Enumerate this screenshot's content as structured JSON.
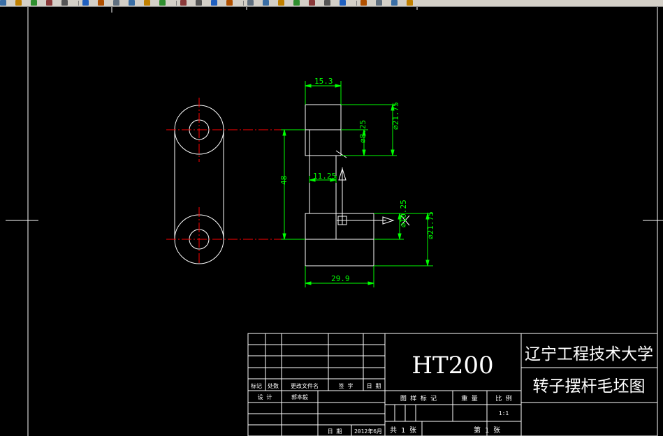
{
  "dims": {
    "top_width": "15.3",
    "mid_width": "11.25",
    "bottom_width": "29.9",
    "center_distance": "48",
    "upper_bore": "⌀8.25",
    "upper_dia": "⌀21.75",
    "lower_bore": "⌀10.25",
    "lower_dia": "⌀21.75"
  },
  "title_block": {
    "material": "HT200",
    "school": "辽宁工程技术大学",
    "drawing_name": "转子摆杆毛坯图",
    "revision_headers": [
      "标记",
      "处数",
      "更改文件名",
      "签 字",
      "日 期"
    ],
    "design_label": "设 计",
    "designer": "郭本毅",
    "date_label": "日 期",
    "date_value": "2012年6月",
    "stage_label": "图 样 标 记",
    "weight_label": "重 量",
    "scale_label": "比 例",
    "scale_value": "1:1",
    "sheets_total": "共 1 张",
    "sheet_no": "第 1 张"
  },
  "toolbar": {
    "icons": [
      "new-icon",
      "open-icon",
      "save-icon",
      "print-icon",
      "preview-icon",
      "cut-icon",
      "copy-icon",
      "paste-icon",
      "match-icon",
      "undo-icon",
      "redo-icon",
      "pan-icon",
      "zoom-realtime-icon",
      "zoom-window-icon",
      "zoom-previous-icon",
      "properties-icon",
      "design-center-icon",
      "tool-palette-icon",
      "sheet-set-icon",
      "markup-icon",
      "calc-icon",
      "help-icon",
      "layer-icon",
      "color-icon",
      "linetype-icon",
      "lineweight-icon"
    ]
  },
  "colors": {
    "background": "#000000",
    "geometry": "#ffffff",
    "centerline": "#ff0000",
    "dimension": "#00ff00"
  }
}
